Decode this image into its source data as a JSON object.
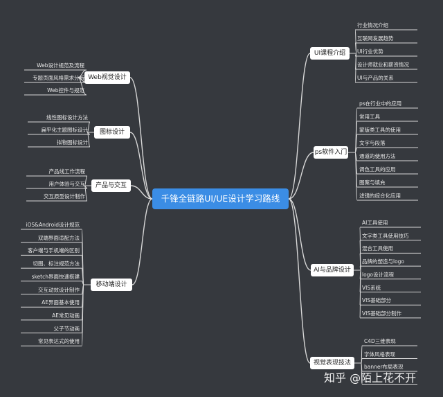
{
  "central_topic": "千锋全链路UI/UE设计学习路线",
  "branches": [
    {
      "label": "Web视觉设计",
      "items": [
        "Web设计规范及流程",
        "专题页面风格需求分析",
        "Web控件与规范"
      ]
    },
    {
      "label": "图标设计",
      "items": [
        "线性图标设计方法",
        "扁平化主题图标设计",
        "拟物图标设计"
      ]
    },
    {
      "label": "产品与交互",
      "items": [
        "产品线工作流程",
        "用户体验与交互",
        "交互原型设计制作"
      ]
    },
    {
      "label": "移动端设计",
      "items": [
        "iOS&Android设计规范",
        "双端界面适配方法",
        "客户端与手机端的区别",
        "切图、标注规范方法",
        "sketch界面快速搭建",
        "交互动效设计制作",
        "AE界面基本使用",
        "AE常见动画",
        "父子节动画",
        "常见表达式的使用"
      ]
    },
    {
      "label": "UI课程介绍",
      "items": [
        "行业情况介绍",
        "互联网发展趋势",
        "UI行业优势",
        "设计师就业和薪资情况",
        "UI与产品的关系"
      ]
    },
    {
      "label": "ps软件入门",
      "items": [
        "ps在行业中的应用",
        "常用工具",
        "蒙版类工具的使用",
        "文字与段落",
        "通道的使用方法",
        "调色工具的应用",
        "图案与填充",
        "滤镜的综合化应用"
      ]
    },
    {
      "label": "AI与品牌设计",
      "items": [
        "AI工具使用",
        "文字类工具使用技巧",
        "混合工具使用",
        "品牌的塑造与logo",
        "logo设计流程",
        "VIS系统",
        "VIS基础部分",
        "VIS基础部分制作"
      ]
    },
    {
      "label": "视觉表现技法",
      "items": [
        "C4D三维表现",
        "字体风格表现",
        "banner布局表现",
        "…"
      ]
    }
  ],
  "watermark": "知乎 @陌上花不开",
  "colors": {
    "background": "#36393e",
    "central": "#3b8de5",
    "branch": "#ffffff",
    "line": "#d8d8d8"
  }
}
